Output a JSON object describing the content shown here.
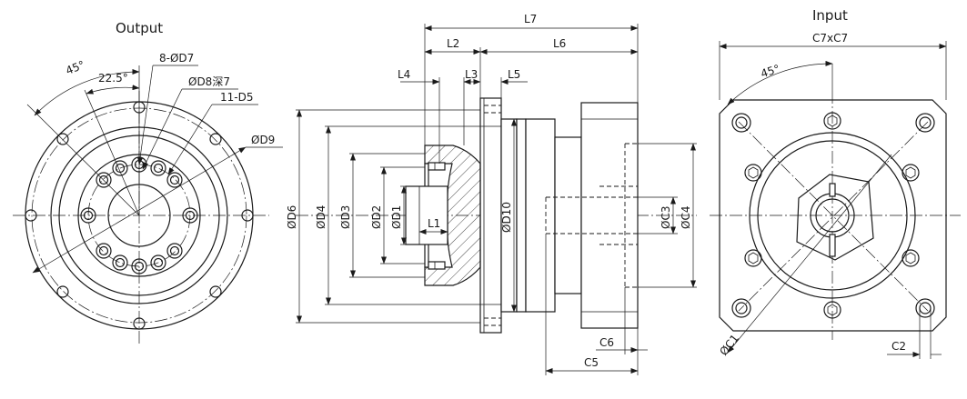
{
  "views": {
    "output": {
      "title": "Output",
      "angle_45": "45°",
      "angle_22_5": "22.5°",
      "holes_d7": "8-ØD7",
      "bore_d8": "ØD8深7",
      "holes_d5": "11-D5",
      "dia_d9": "ØD9"
    },
    "section": {
      "l7": "L7",
      "l2": "L2",
      "l6": "L6",
      "l4": "L4",
      "l3": "L3",
      "l5": "L5",
      "l1": "L1",
      "d6": "ØD6",
      "d4": "ØD4",
      "d3": "ØD3",
      "d2": "ØD2",
      "d1": "ØD1",
      "d10": "ØD10",
      "c3": "ØC3",
      "c4": "ØC4",
      "c6": "C6",
      "c5": "C5"
    },
    "input": {
      "title": "Input",
      "c7": "C7xC7",
      "angle_45": "45°",
      "c1": "ØC1",
      "c2": "C2"
    }
  },
  "colors": {
    "line": "#1a1a1a",
    "background": "#ffffff"
  }
}
